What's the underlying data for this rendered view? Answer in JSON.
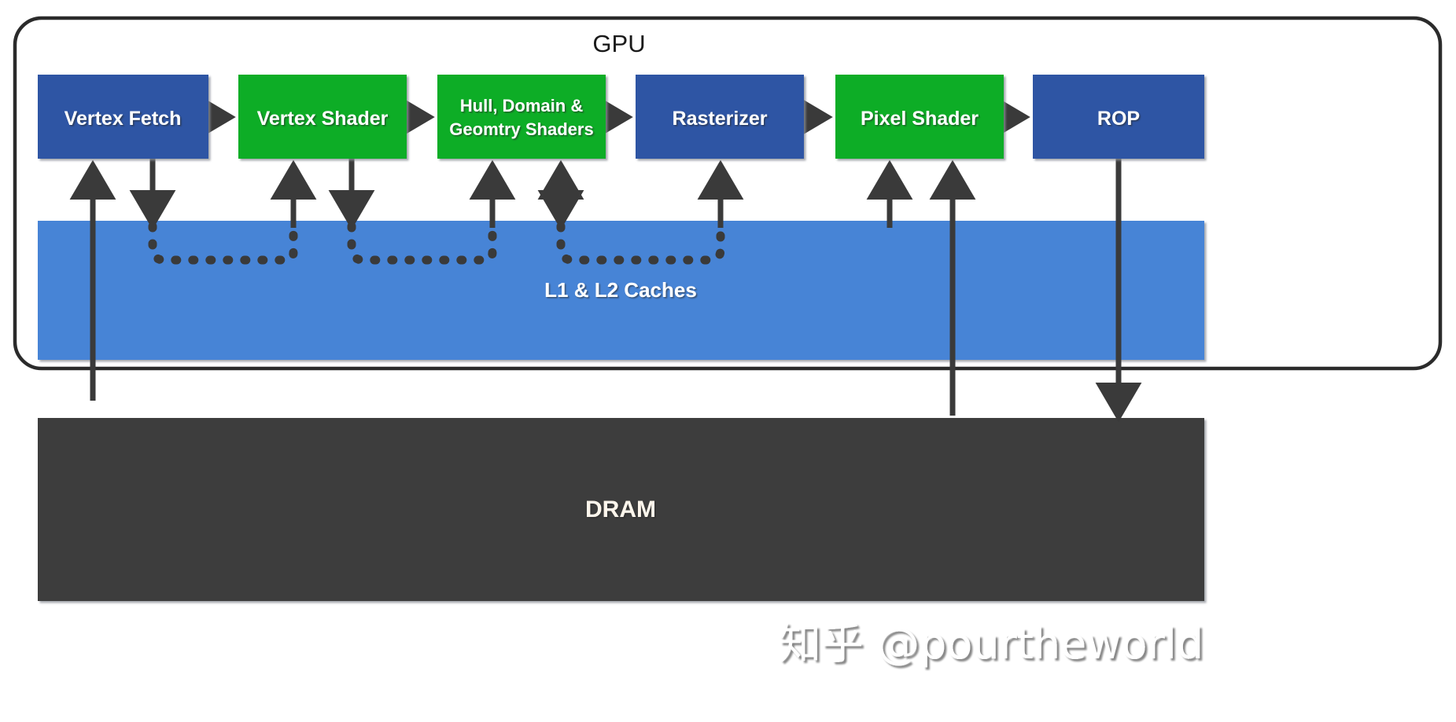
{
  "diagram": {
    "title": "GPU",
    "container_label": "GPU",
    "colors": {
      "blue_block": "#2E55A4",
      "green_block": "#0FAD26",
      "cache_band": "#4684D6",
      "dram": "#3E3E3E",
      "arrow": "#3A3A3A",
      "block_border": "#C8CDD4",
      "gpu_outline": "#2B2B2B",
      "page_background": "#FFFFFF"
    },
    "pipeline_stages": [
      {
        "id": "vertex-fetch",
        "label": "Vertex Fetch",
        "lines": [
          "Vertex Fetch"
        ],
        "color": "blue"
      },
      {
        "id": "vertex-shader",
        "label": "Vertex Shader",
        "lines": [
          "Vertex Shader"
        ],
        "color": "green"
      },
      {
        "id": "geometry-stage",
        "label": "Hull, Domain & Geomtry Shaders",
        "lines": [
          "Hull, Domain &",
          "Geomtry Shaders"
        ],
        "color": "green"
      },
      {
        "id": "rasterizer",
        "label": "Rasterizer",
        "lines": [
          "Rasterizer"
        ],
        "color": "blue"
      },
      {
        "id": "pixel-shader",
        "label": "Pixel Shader",
        "lines": [
          "Pixel Shader"
        ],
        "color": "green"
      },
      {
        "id": "rop",
        "label": "ROP",
        "lines": [
          "ROP"
        ],
        "color": "blue"
      }
    ],
    "cache_block": {
      "id": "l1-l2-caches",
      "label": "L1 & L2 Caches"
    },
    "memory_block": {
      "id": "dram",
      "label": "DRAM"
    },
    "flow_arrows_between_stages": [
      {
        "from": "Vertex Fetch",
        "to": "Vertex Shader"
      },
      {
        "from": "Vertex Shader",
        "to": "Hull, Domain & Geomtry Shaders"
      },
      {
        "from": "Hull, Domain & Geomtry Shaders",
        "to": "Rasterizer"
      },
      {
        "from": "Rasterizer",
        "to": "Pixel Shader"
      },
      {
        "from": "Pixel Shader",
        "to": "ROP"
      }
    ],
    "memory_arrows": [
      {
        "stage": "Vertex Fetch",
        "direction": "read-from-dram",
        "style": "solid"
      },
      {
        "stage": "Vertex Fetch",
        "direction": "write-to-cache",
        "style": "solid-to-dashed"
      },
      {
        "stage": "Vertex Shader",
        "direction": "read-from-cache",
        "style": "solid-to-dashed"
      },
      {
        "stage": "Vertex Shader",
        "direction": "write-to-cache",
        "style": "solid-to-dashed"
      },
      {
        "stage": "Hull, Domain & Geomtry Shaders",
        "direction": "read-from-cache",
        "style": "solid-to-dashed"
      },
      {
        "stage": "Hull, Domain & Geomtry Shaders",
        "direction": "read-write-cache",
        "style": "solid-to-dashed"
      },
      {
        "stage": "Rasterizer",
        "direction": "read-from-cache",
        "style": "solid-to-dashed"
      },
      {
        "stage": "Pixel Shader",
        "direction": "read-from-cache",
        "style": "solid"
      },
      {
        "stage": "Pixel Shader",
        "direction": "read-from-dram",
        "style": "solid"
      },
      {
        "stage": "ROP",
        "direction": "write-to-dram",
        "style": "solid"
      }
    ]
  },
  "watermark": {
    "text": "知乎 @pourtheworld"
  }
}
